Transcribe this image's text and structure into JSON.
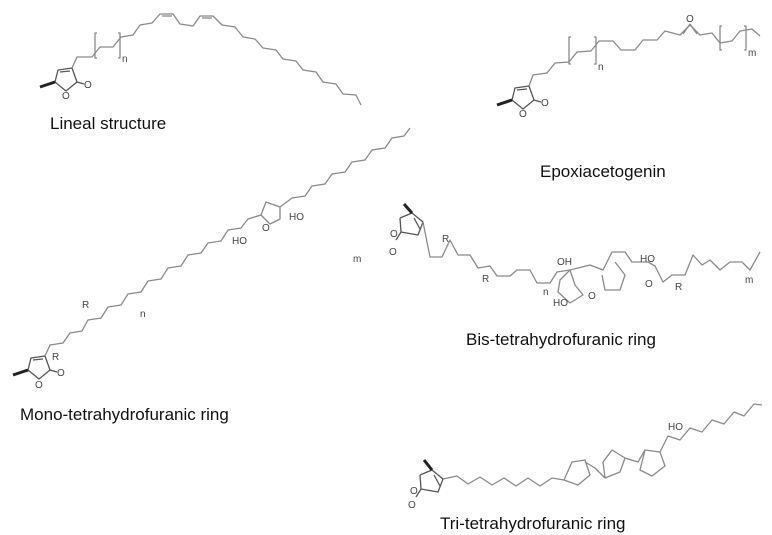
{
  "captions": {
    "lineal": "Lineal structure",
    "epoxi": "Epoxiacetogenin",
    "mono": "Mono-tetrahydrofuranic ring",
    "bis": "Bis-tetrahydrofuranic ring",
    "tri": "Tri-tetrahydrofuranic ring"
  },
  "atoms": {
    "O": "O",
    "n": "n",
    "m": "m",
    "R": "R",
    "HO": "HO",
    "OH": "OH"
  },
  "colors": {
    "bond": "#8a8a8a",
    "text": "#111111"
  }
}
